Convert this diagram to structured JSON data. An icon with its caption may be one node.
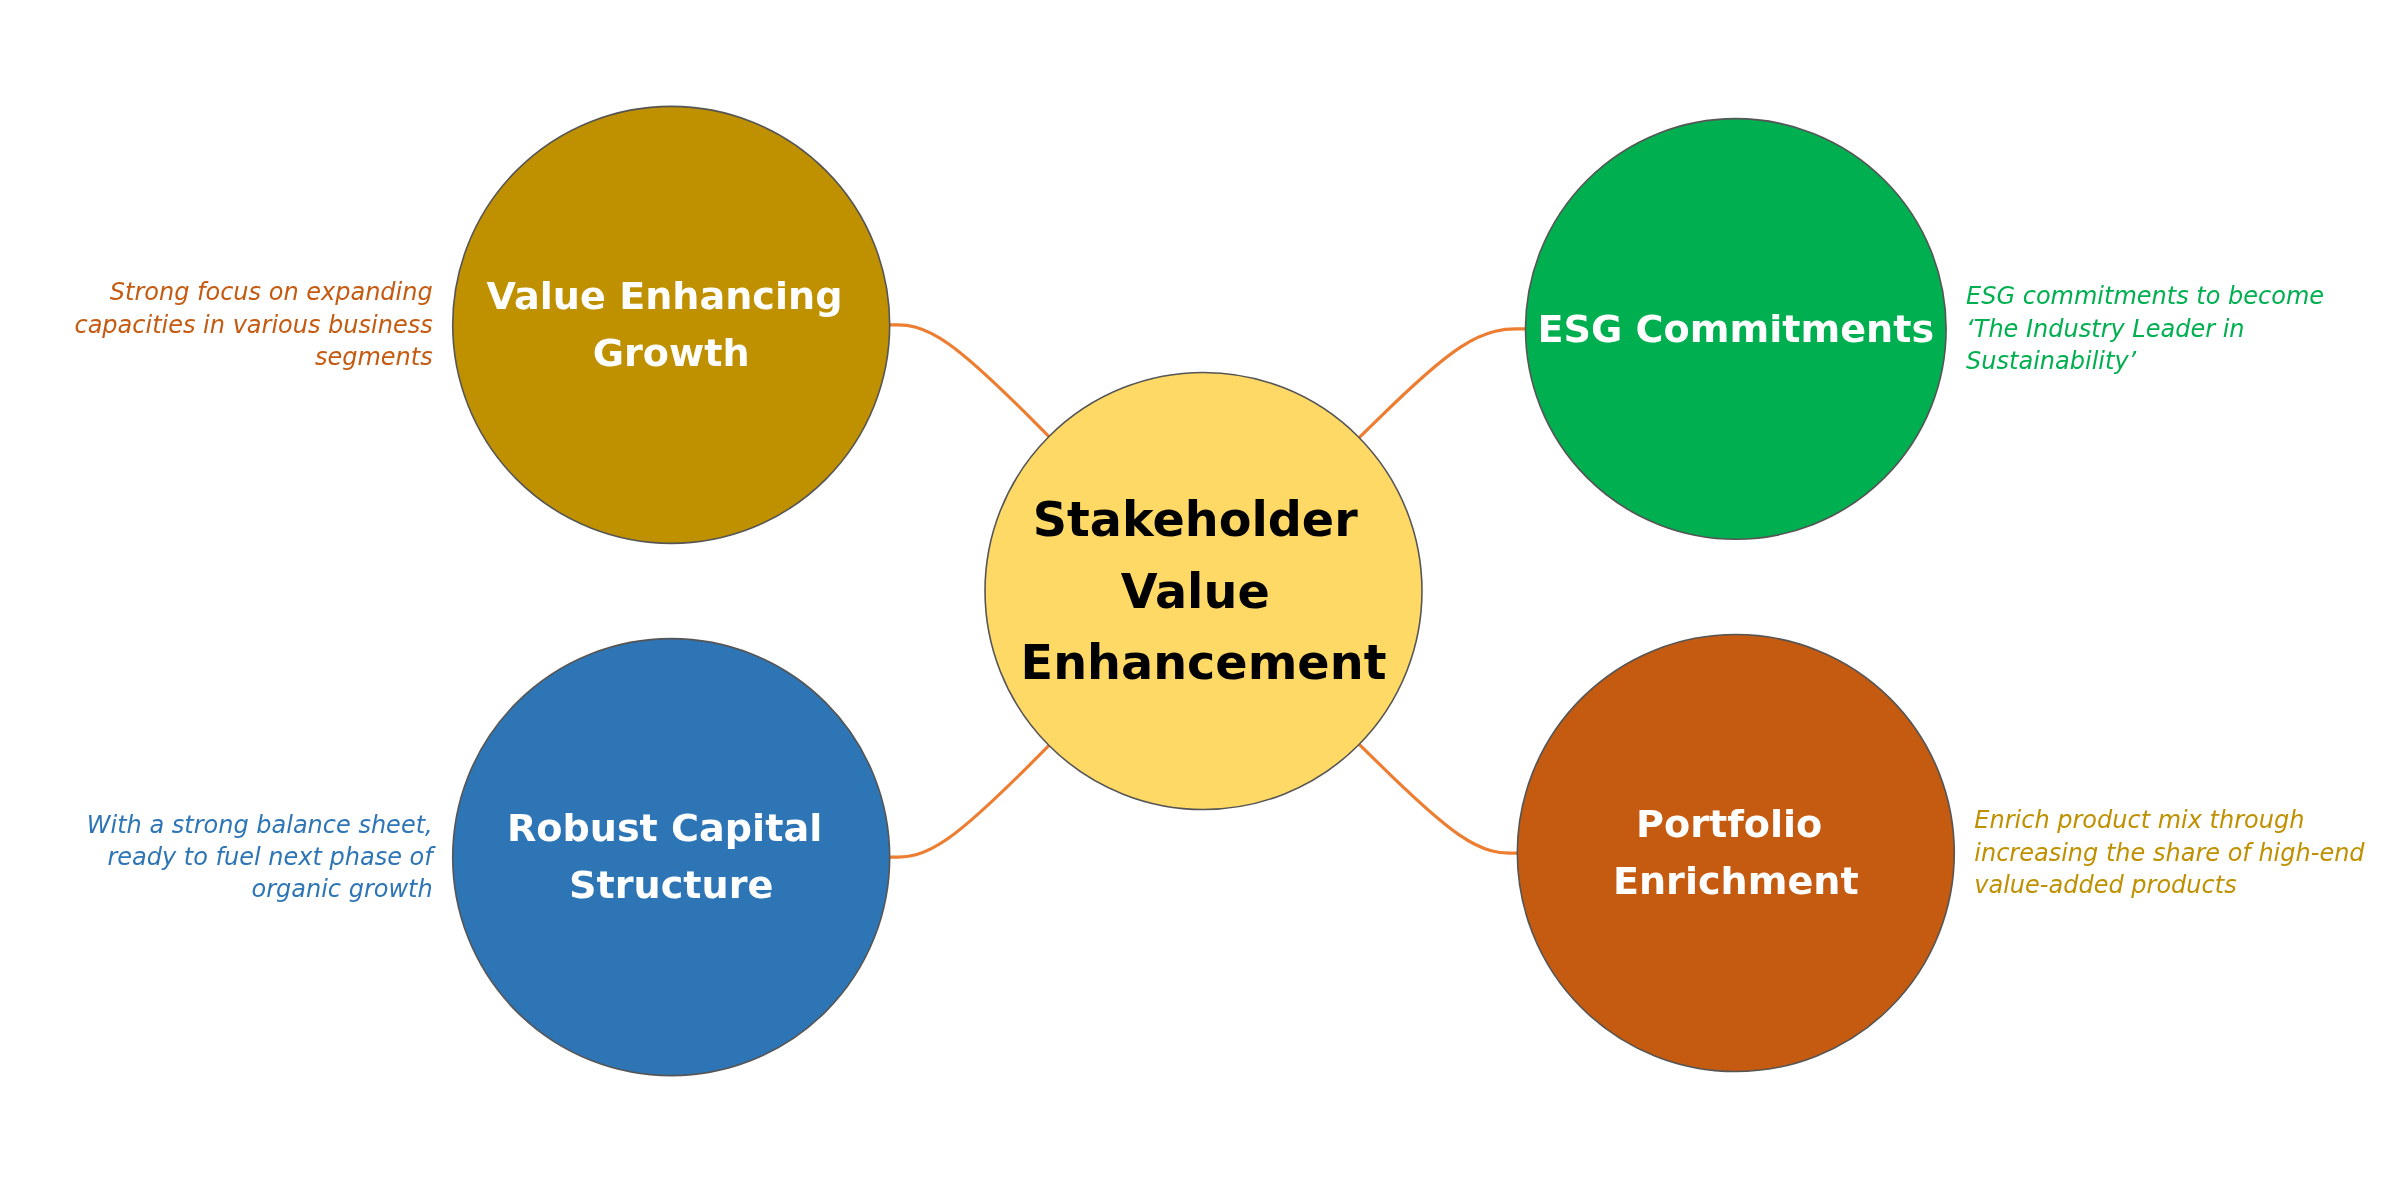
{
  "diagram": {
    "nodes": [
      {
        "text": [
          "Value Enhancing Growth"
        ],
        "beside": [
          "Strong focus on expanding capacities in various business segments"
        ]
      },
      {
        "text": [
          "Robust Capital Structure"
        ],
        "beside": [
          "With a strong balance sheet, ready to fuel next phase of organic growth"
        ]
      },
      {
        "text": [
          "Stakeholder Value Enhancement"
        ]
      },
      {
        "text": [
          "ESG Commitments"
        ],
        "beside": [
          "ESG commitments to become ‘The Industry Leader in Sustainability’"
        ]
      },
      {
        "text": [
          "Portfolio Enrichment"
        ],
        "beside": [
          "Enrich product mix through increasing the share of high-end value-added products"
        ]
      }
    ],
    "edges": [
      {
        "from": 0,
        "to": 2,
        "arrow": "none"
      },
      {
        "from": 1,
        "to": 2,
        "arrow": "none"
      },
      {
        "from": 2,
        "to": 3,
        "arrow": "none"
      },
      {
        "from": 2,
        "to": 4,
        "arrow": "none"
      }
    ]
  }
}
